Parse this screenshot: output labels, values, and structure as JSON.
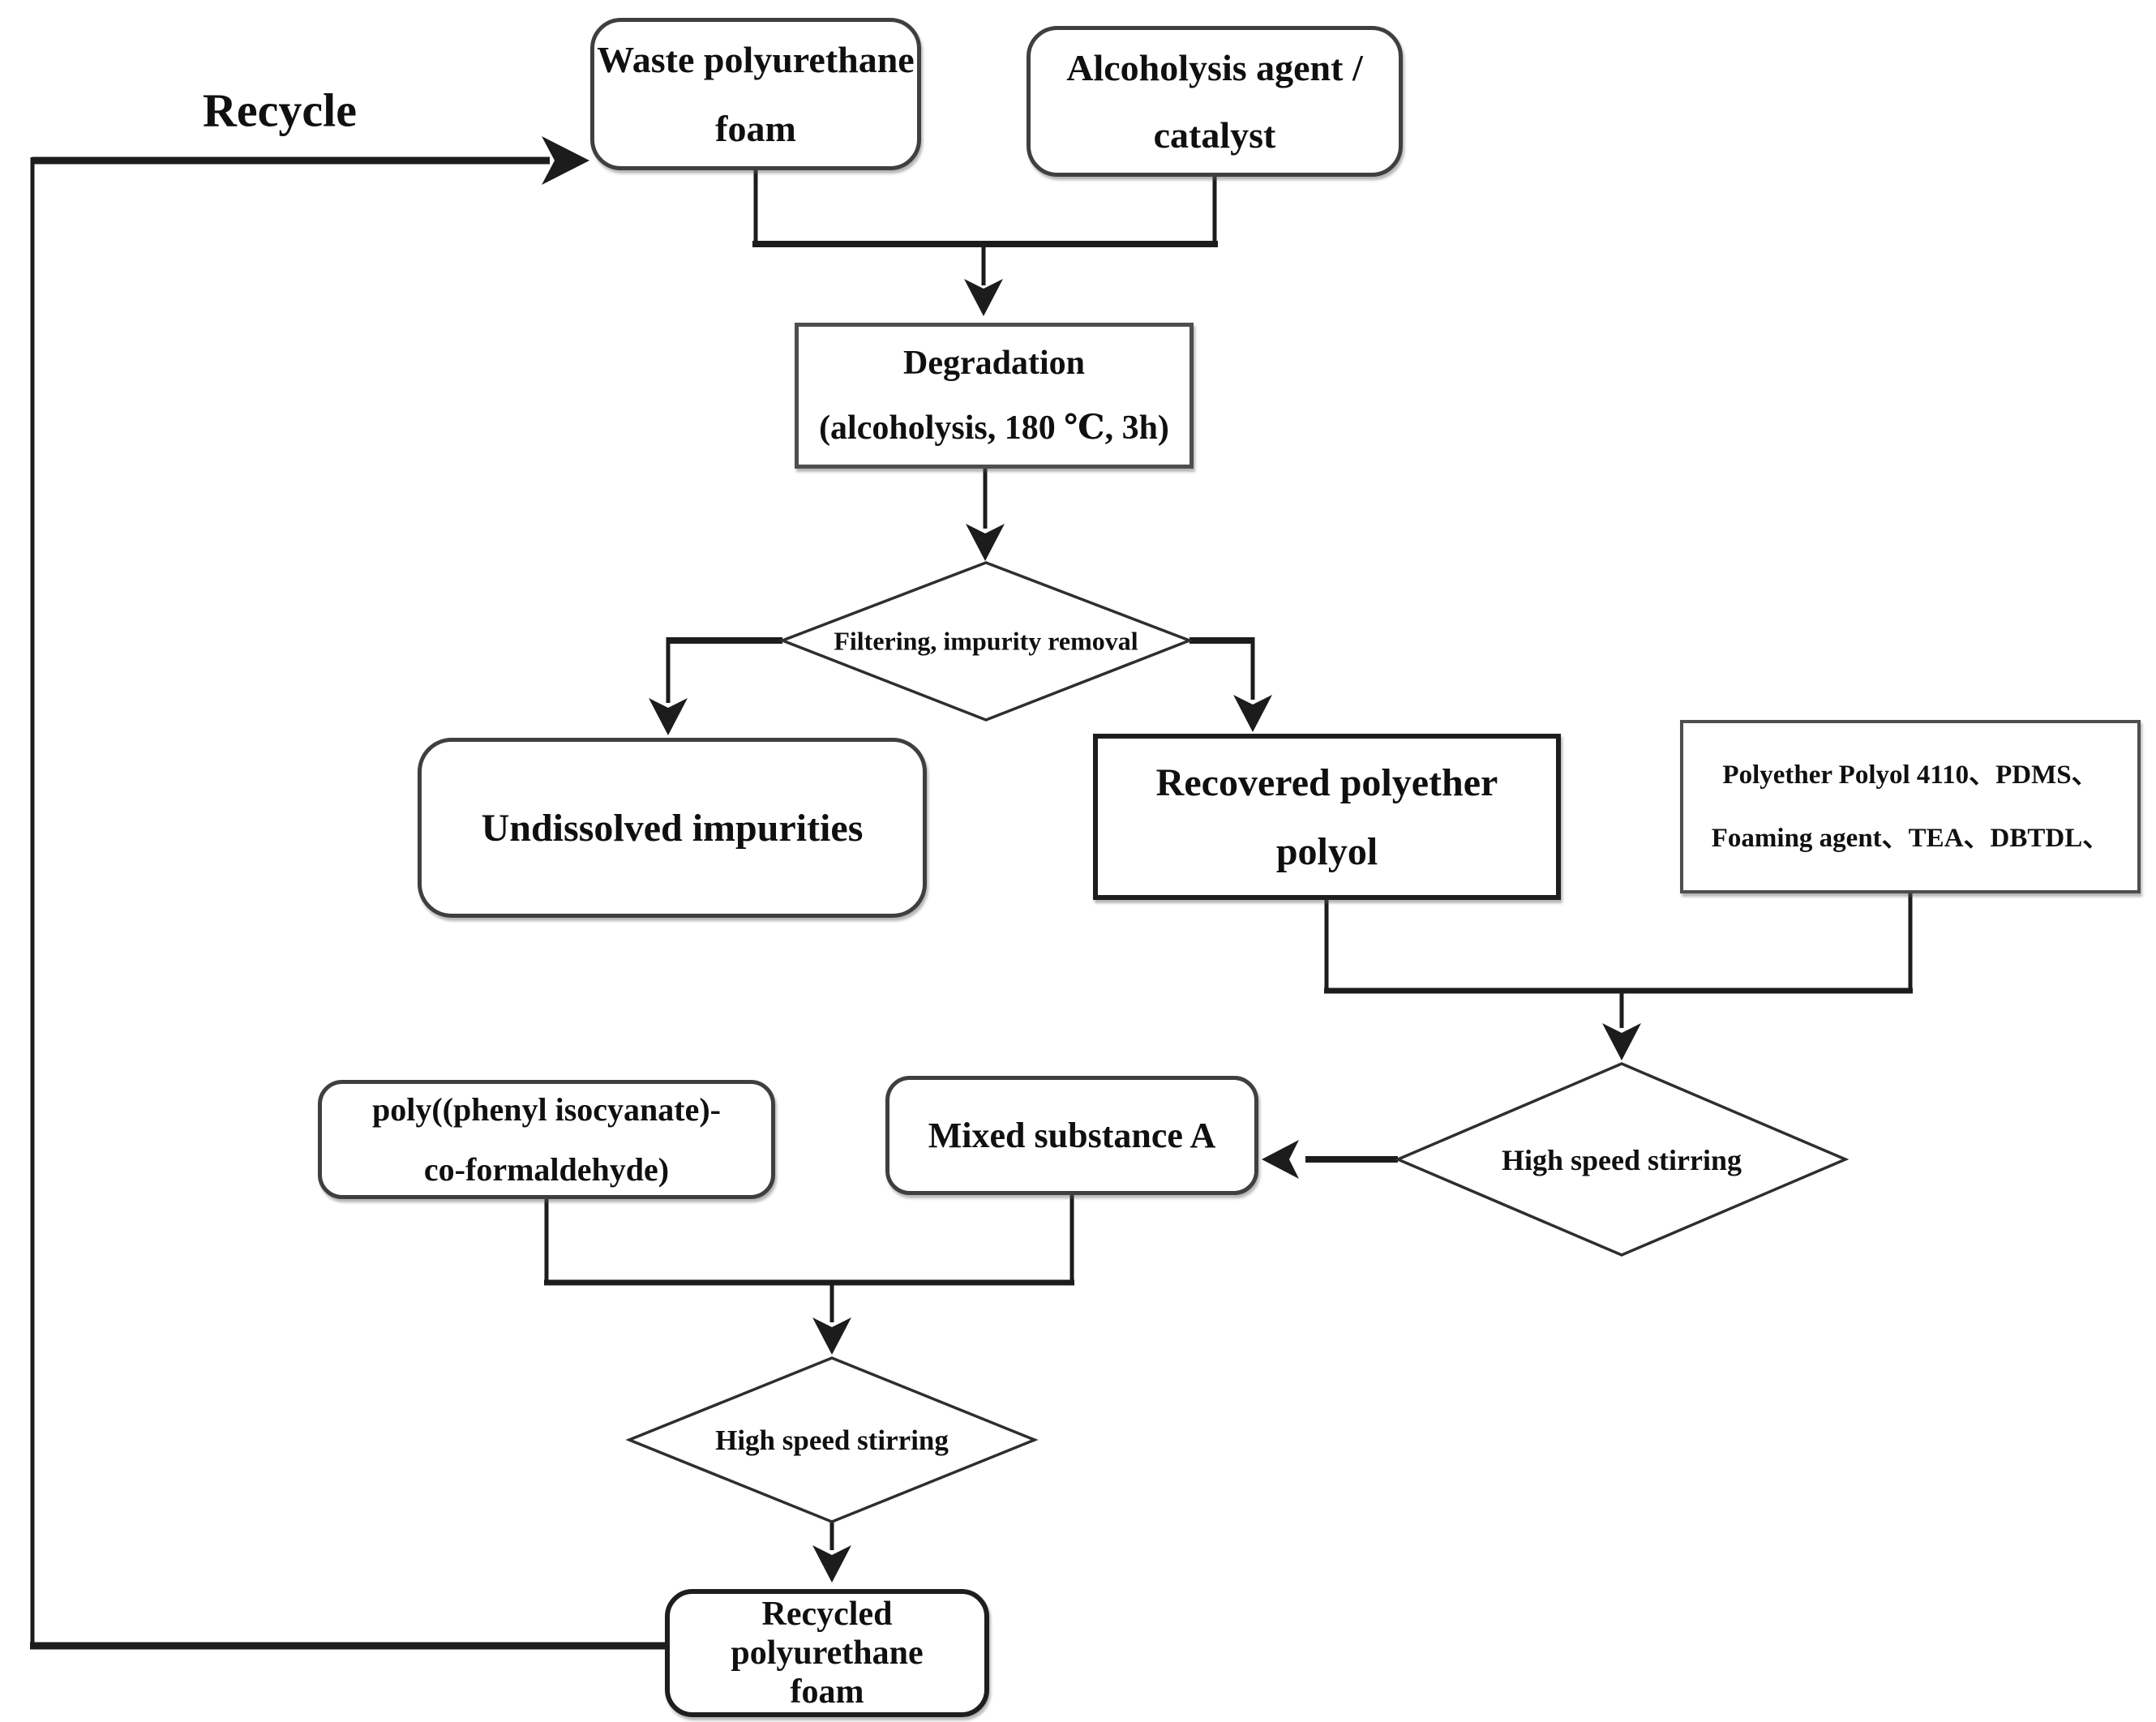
{
  "flowchart": {
    "recycle_label": "Recycle",
    "nodes": {
      "waste_foam": {
        "lines": [
          "Waste polyurethane",
          "foam"
        ]
      },
      "alcoholysis_agent": {
        "lines": [
          "Alcoholysis agent /",
          "catalyst"
        ]
      },
      "degradation": {
        "lines": [
          "Degradation",
          "(alcoholysis, 180 ℃, 3h)"
        ]
      },
      "filtering": {
        "label": "Filtering, impurity removal"
      },
      "undissolved": {
        "lines": [
          "Undissolved impurities"
        ]
      },
      "recovered_polyol": {
        "lines": [
          "Recovered polyether",
          "polyol"
        ]
      },
      "foaming_reagents": {
        "lines": [
          "Polyether Polyol 4110、PDMS、",
          "Foaming agent、TEA、DBTDL、"
        ]
      },
      "stirring_right": {
        "label": "High speed stirring"
      },
      "pmdi": {
        "lines": [
          "poly((phenyl isocyanate)-",
          "co-formaldehyde)"
        ]
      },
      "mixed_a": {
        "lines": [
          "Mixed substance A"
        ]
      },
      "stirring_bottom": {
        "label": "High speed stirring"
      },
      "recycled_foam": {
        "lines": [
          "Recycled",
          "polyurethane",
          "foam"
        ]
      }
    },
    "colors": {
      "line": "#1c1c1c",
      "box_border": "#3f3f3f",
      "text": "#101010",
      "background": "#ffffff"
    }
  }
}
